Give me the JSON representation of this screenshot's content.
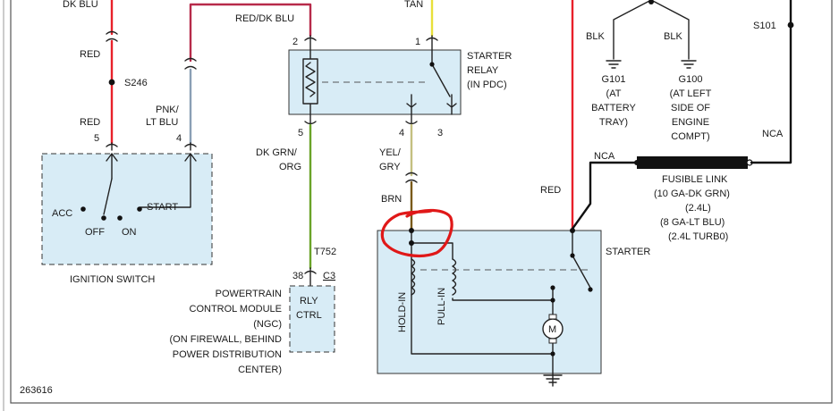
{
  "colors": {
    "red": "#e8202a",
    "red_dk_blu": "#b72a4a",
    "pnk_lt_blu": "#8a9fb5",
    "dk_grn_org": "#6aa428",
    "tan": "#e8e03a",
    "yel_gry": "#c4c080",
    "brn": "#7a5a1a",
    "black": "#111111",
    "box_fill": "#d8ecf6",
    "annotation": "#e01818"
  },
  "diagram_id": "263616",
  "top_labels": {
    "dk_blu": "DK BLU",
    "tan": "TAN"
  },
  "ignition": {
    "wire_upper_color": "RED",
    "splice": "S246",
    "wire_lower_color": "RED",
    "pin_red": "5",
    "wire_pnk": "PNK/",
    "wire_pnk2": "LT BLU",
    "pin_pnk": "4",
    "acc": "ACC",
    "off": "OFF",
    "on": "ON",
    "start": "START",
    "label": "IGNITION SWITCH"
  },
  "relay": {
    "wire_in": "RED/DK BLU",
    "pin2": "2",
    "pin1": "1",
    "pin5": "5",
    "pin4": "4",
    "pin3": "3",
    "name1": "STARTER",
    "name2": "RELAY",
    "name3": "(IN PDC)",
    "wire_out1": "DK GRN/",
    "wire_out2": "ORG",
    "wire_yel1": "YEL/",
    "wire_yel2": "GRY",
    "wire_brn": "BRN"
  },
  "pcm": {
    "connector": "T752",
    "pin": "38",
    "conn": "C3",
    "line1": "POWERTRAIN",
    "line2": "CONTROL MODULE",
    "line3": "(NGC)",
    "line4": "(ON FIREWALL, BEHIND",
    "line5": "POWER DISTRIBUTION",
    "line6": "CENTER)",
    "box1": "RLY",
    "box2": "CTRL"
  },
  "starter": {
    "hold": "HOLD-IN",
    "pull": "PULL-IN",
    "motor": "M",
    "label": "STARTER",
    "wire_red": "RED"
  },
  "grounds": {
    "blk_left": "BLK",
    "blk_right": "BLK",
    "g101": "G101",
    "g101_a": "(AT",
    "g101_b": "BATTERY",
    "g101_c": "TRAY)",
    "g100": "G100",
    "g100_a": "(AT LEFT",
    "g100_b": "SIDE OF",
    "g100_c": "ENGINE",
    "g100_d": "COMPT)"
  },
  "fusible": {
    "s101": "S101",
    "nca_right": "NCA",
    "nca_left": "NCA",
    "line1": "FUSIBLE LINK",
    "line2": "(10 GA-DK GRN)",
    "line3": "(2.4L)",
    "line4": "(8 GA-LT BLU)",
    "line5": "(2.4L TURB0)"
  }
}
